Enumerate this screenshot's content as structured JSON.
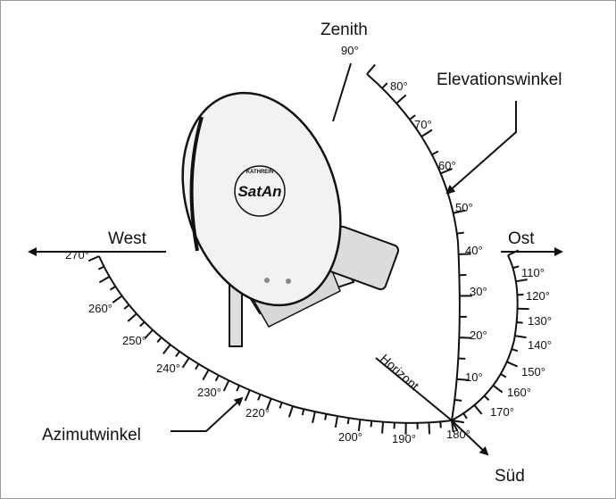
{
  "labels": {
    "zenith": "Zenith",
    "elevation": "Elevationswinkel",
    "west": "West",
    "east": "Ost",
    "south": "Süd",
    "azimuth": "Azimutwinkel",
    "horizon": "Horizont",
    "brand": "SatAn",
    "brand_ring": "KATHREIN"
  },
  "elevation_scale": {
    "labels": [
      "90°",
      "80°",
      "70°",
      "60°",
      "50°",
      "40°",
      "30°",
      "20°",
      "10°"
    ]
  },
  "azimuth_scale": {
    "labels": [
      "270°",
      "260°",
      "250°",
      "240°",
      "230°",
      "220°",
      "200°",
      "190°",
      "180°",
      "170°",
      "160°",
      "150°",
      "140°",
      "130°",
      "120°",
      "110°"
    ]
  },
  "colors": {
    "ink": "#111111",
    "dish": "#f2f2f2",
    "frame": "#9a9a9a"
  }
}
